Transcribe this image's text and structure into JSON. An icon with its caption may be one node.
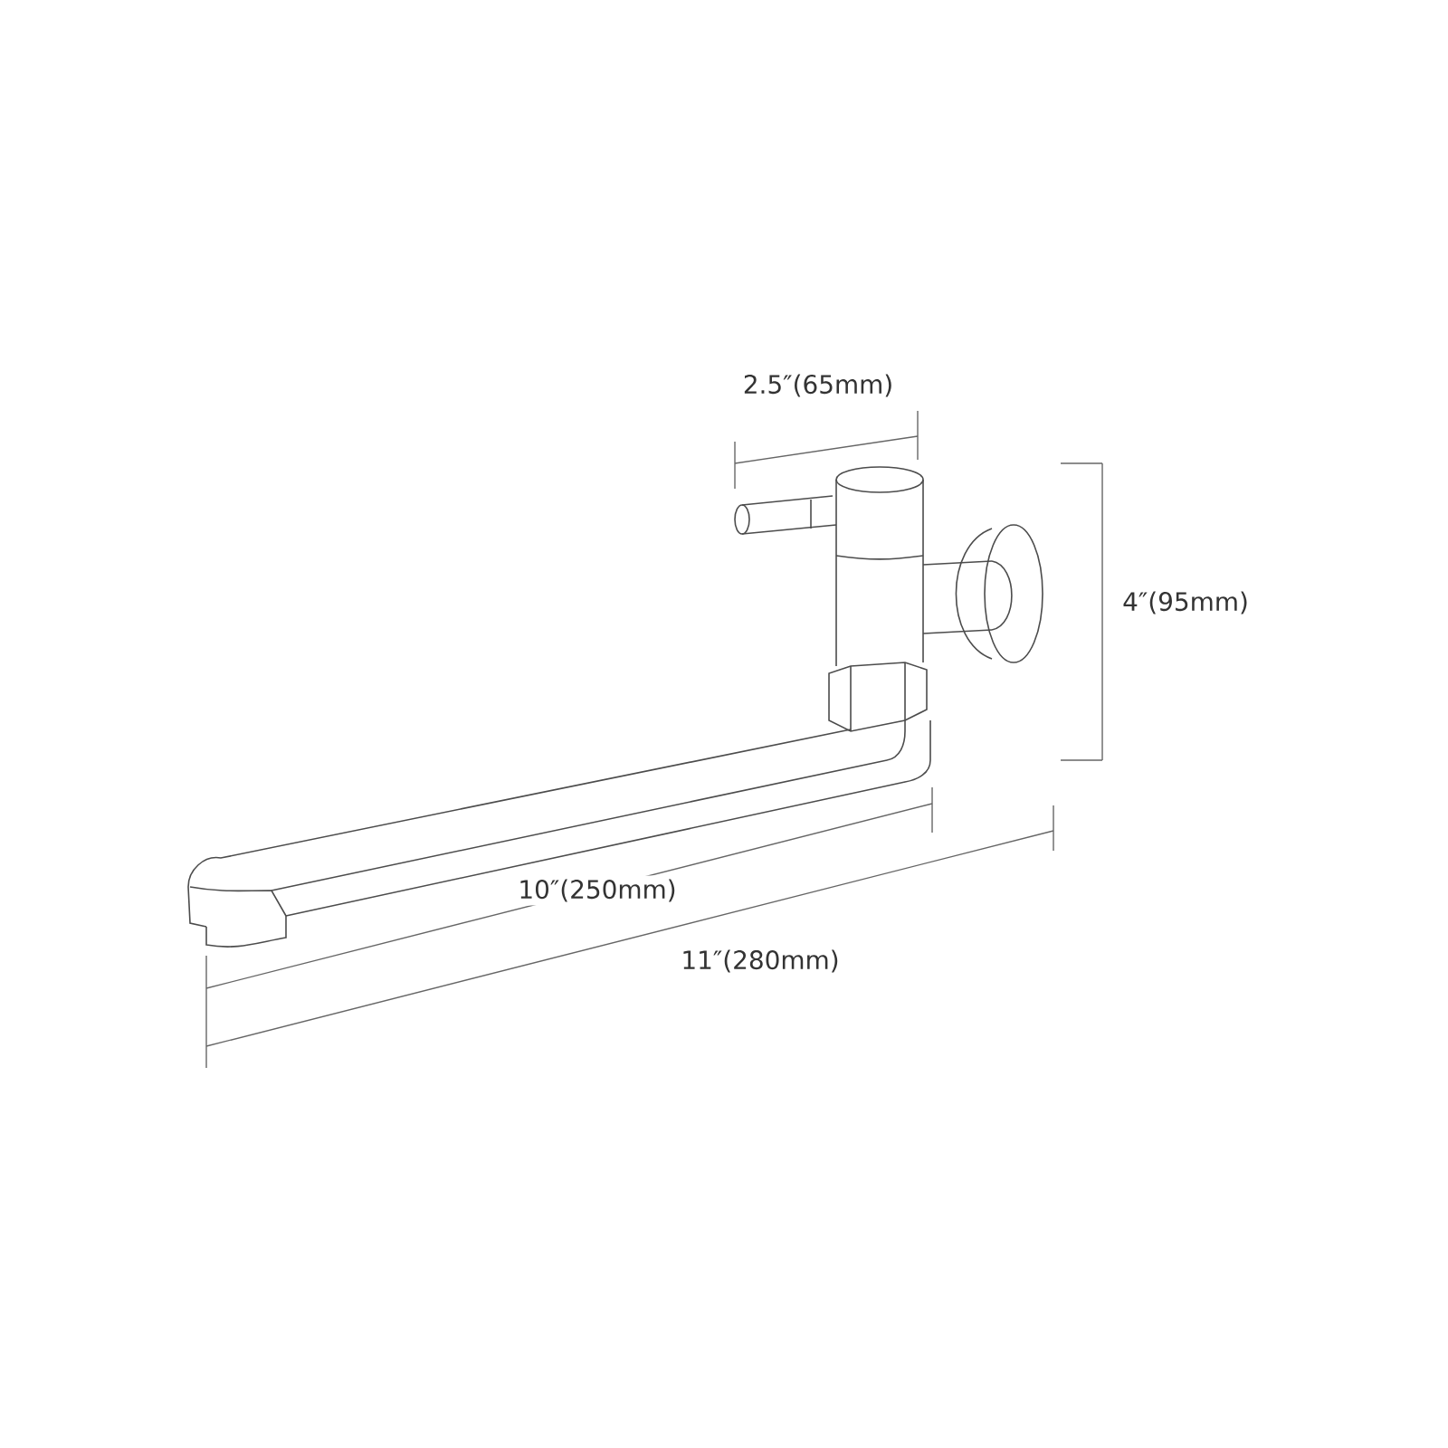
{
  "diagram": {
    "labels": [
      "2.5″(65mm)",
      "4″(95mm)",
      "10″(250mm)",
      "11″(280mm)"
    ]
  }
}
